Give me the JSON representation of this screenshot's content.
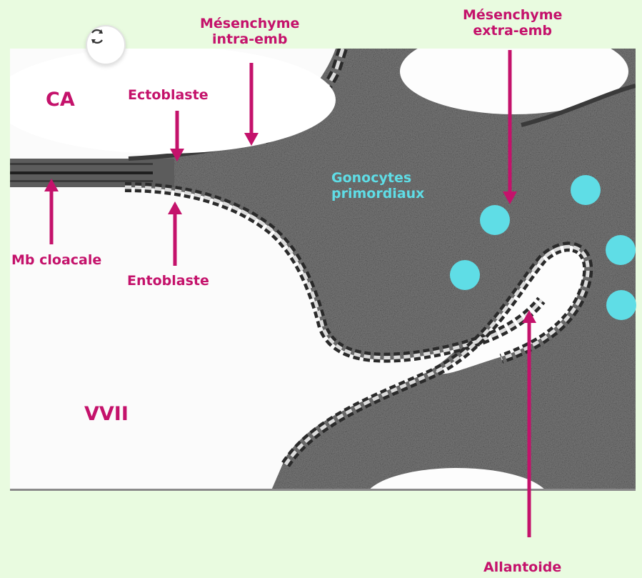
{
  "labels": {
    "ca": "CA",
    "vvii": "VVII",
    "ectoblaste": "Ectoblaste",
    "mesenchyme_intra_1": "Mésenchyme",
    "mesenchyme_intra_2": "intra-emb",
    "mesenchyme_extra_1": "Mésenchyme",
    "mesenchyme_extra_2": "extra-emb",
    "gonocytes_1": "Gonocytes",
    "gonocytes_2": "primordiaux",
    "mb_cloacale": "Mb cloacale",
    "entoblaste": "Entoblaste",
    "allantoide": "Allantoide"
  },
  "icons": {
    "refresh": "refresh-icon"
  },
  "colors": {
    "background": "#e9fbe0",
    "label_magenta": "#c4126b",
    "gonocyte_cyan": "#5fdde6",
    "tissue_gray": "#6f6f6f"
  }
}
